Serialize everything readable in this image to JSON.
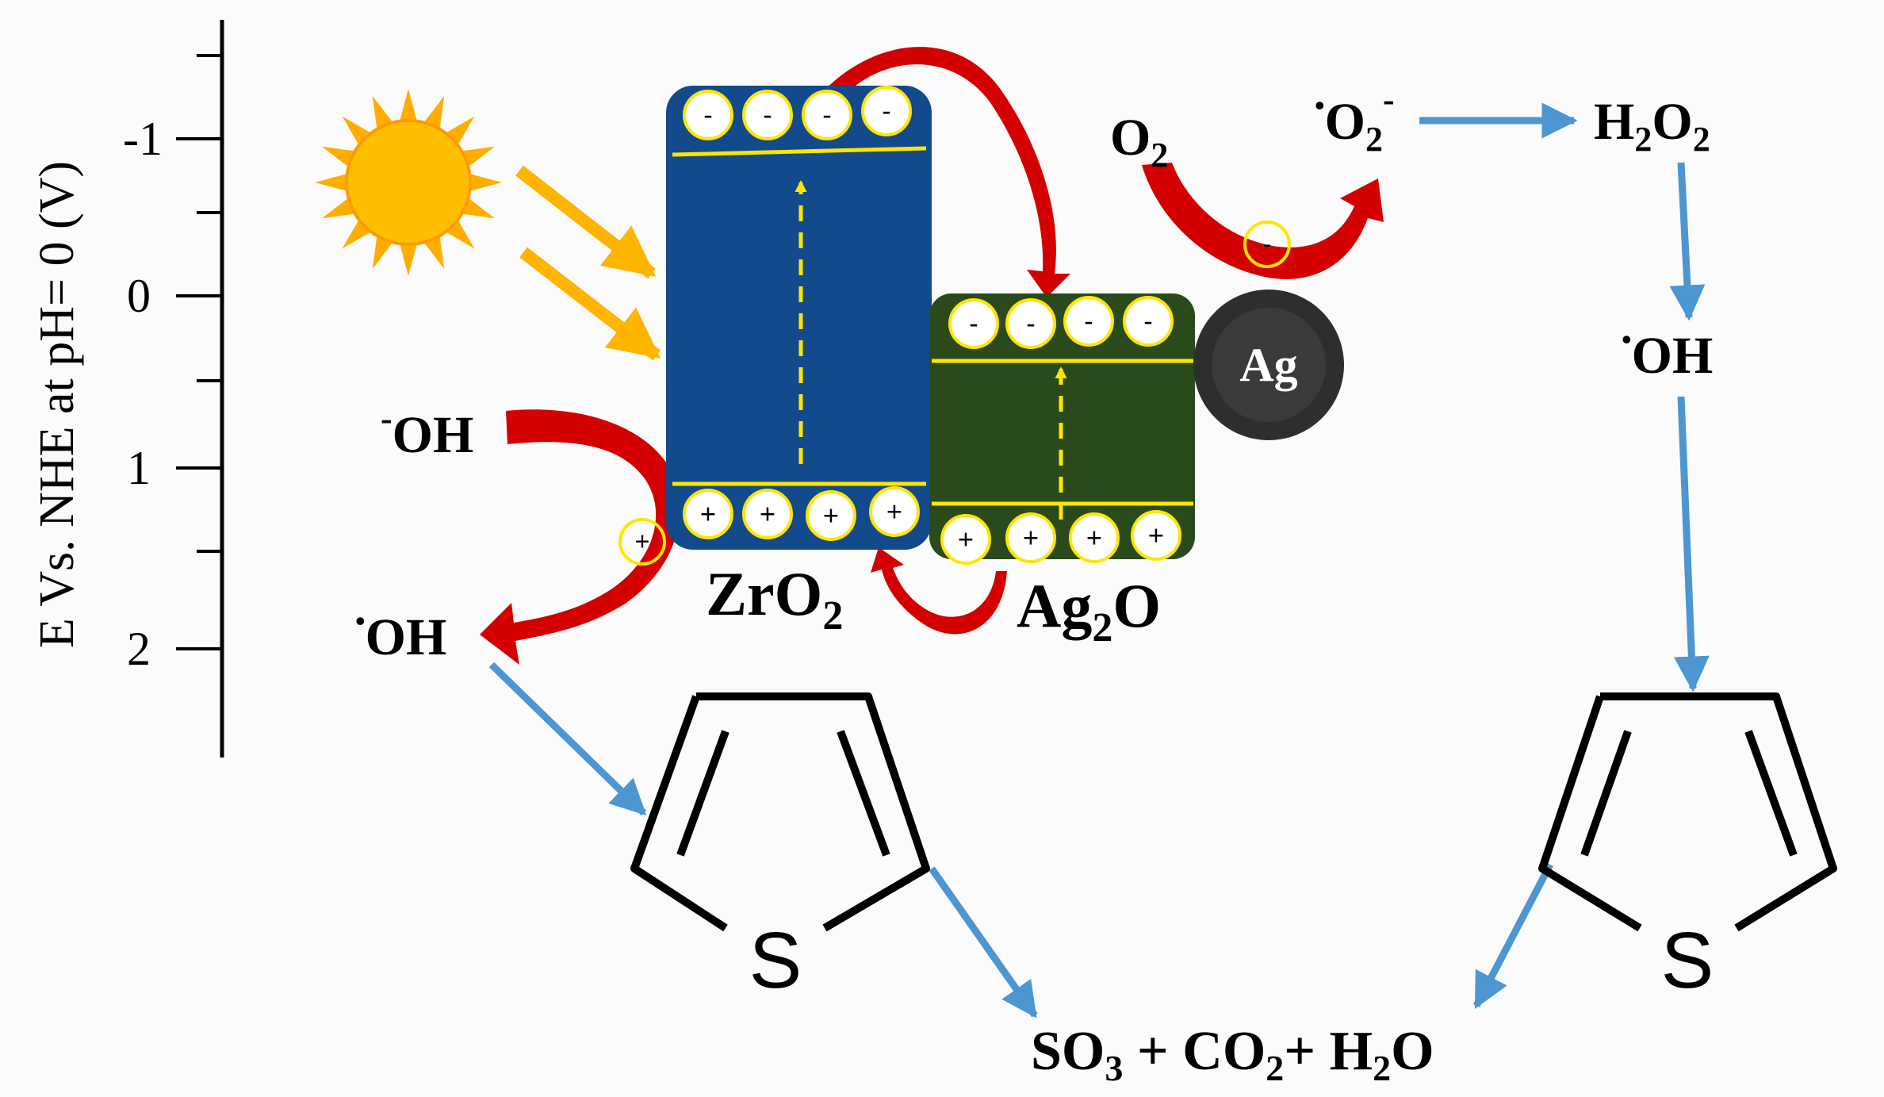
{
  "axis": {
    "label": "E Vs. NHE at pH= 0 (V)",
    "ticks": [
      "-1",
      "0",
      "1",
      "2"
    ]
  },
  "semiconductors": {
    "zro2": {
      "name": "ZrO",
      "sub": "2",
      "color": "#124a8c"
    },
    "ag2o": {
      "name_a": "Ag",
      "sub": "2",
      "name_b": "O",
      "color": "#2a4a1c"
    }
  },
  "nanoparticle": {
    "label": "Ag",
    "color": "#333333"
  },
  "charges": {
    "electron": "-",
    "hole": "+"
  },
  "species": {
    "o2_base": "O",
    "o2_sub": "2",
    "superoxide_base": "O",
    "superoxide_sub": "2",
    "superoxide_sup": "-",
    "radical_dot": "•",
    "h2o2_a": "H",
    "h2o2_sub1": "2",
    "h2o2_b": "O",
    "h2o2_sub2": "2",
    "oh_radical": "OH",
    "hydroxide_sup": "-",
    "hydroxide": "OH"
  },
  "molecule": {
    "atom": "S"
  },
  "products": {
    "so3_base": "SO",
    "so3_sub": "3",
    "plus1": " + ",
    "co2_base": "CO",
    "co2_sub": "2",
    "plus2": "+ ",
    "h2o_a": "H",
    "h2o_sub": "2",
    "h2o_b": "O"
  },
  "colors": {
    "red_arrow": "#d40000",
    "blue_arrow": "#4c96d2",
    "orange_arrow": "#ffb400",
    "band_line": "#ffe600",
    "sun": "#ffbf00"
  }
}
